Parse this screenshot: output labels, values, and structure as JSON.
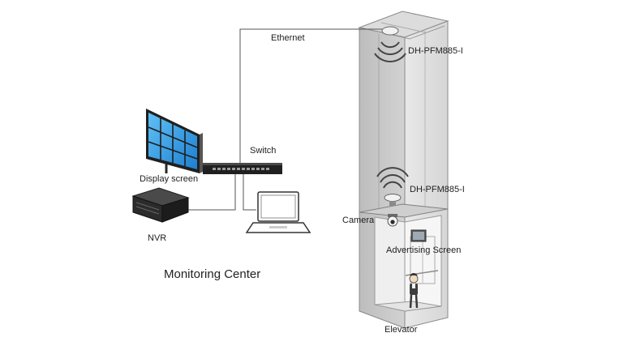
{
  "diagram": {
    "labels": {
      "ethernet": "Ethernet",
      "bridge_top": "DH-PFM885-I",
      "bridge_bottom": "DH-PFM885-I",
      "switch": "Switch",
      "display_screen": "Display screen",
      "camera": "Camera",
      "advertising_screen": "Advertising Screen",
      "nvr": "NVR",
      "monitoring_center": "Monitoring Center",
      "elevator": "Elevator"
    },
    "colors": {
      "shaft_front": "#c9c9c9",
      "shaft_side": "#e2e2e2",
      "shaft_edge": "#8a8a8a",
      "cable": "#555555",
      "monitor_screen": "#3aa0e8",
      "device_dark": "#2a2a2a"
    }
  }
}
